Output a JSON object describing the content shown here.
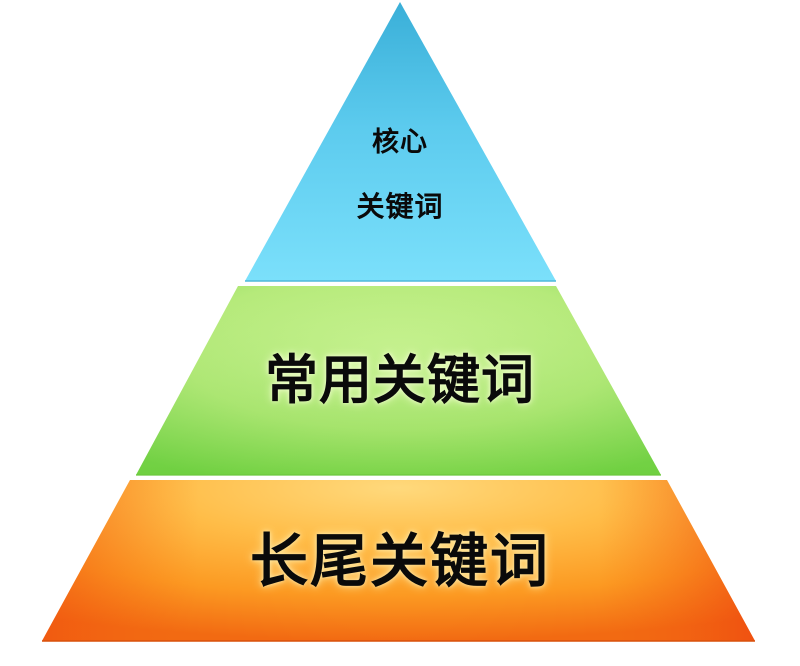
{
  "diagram": {
    "type": "pyramid",
    "tiers": [
      {
        "level": "top",
        "label_lines": [
          "核心",
          "关键词"
        ],
        "colors": {
          "top": "#3fb6dc",
          "bottom": "#78dffa",
          "edge": "#4fbfe0"
        }
      },
      {
        "level": "middle",
        "label": "常用关键词",
        "colors": {
          "center": "#bdf07e",
          "edge": "#7cd84a",
          "deep": "#6ccc3a"
        }
      },
      {
        "level": "bottom",
        "label": "长尾关键词",
        "colors": {
          "top": "#ffd474",
          "middle": "#ffa72e",
          "bottom": "#f57a14",
          "corner": "#ef4a12"
        }
      }
    ]
  }
}
